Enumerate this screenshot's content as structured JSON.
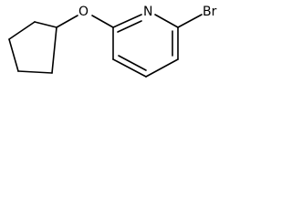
{
  "molecule": {
    "atoms": {
      "oxygen": "O",
      "nitrogen": "N",
      "bromine": "Br"
    },
    "colors": {
      "bond": "#000000",
      "label": "#000000",
      "background": "#ffffff"
    }
  }
}
